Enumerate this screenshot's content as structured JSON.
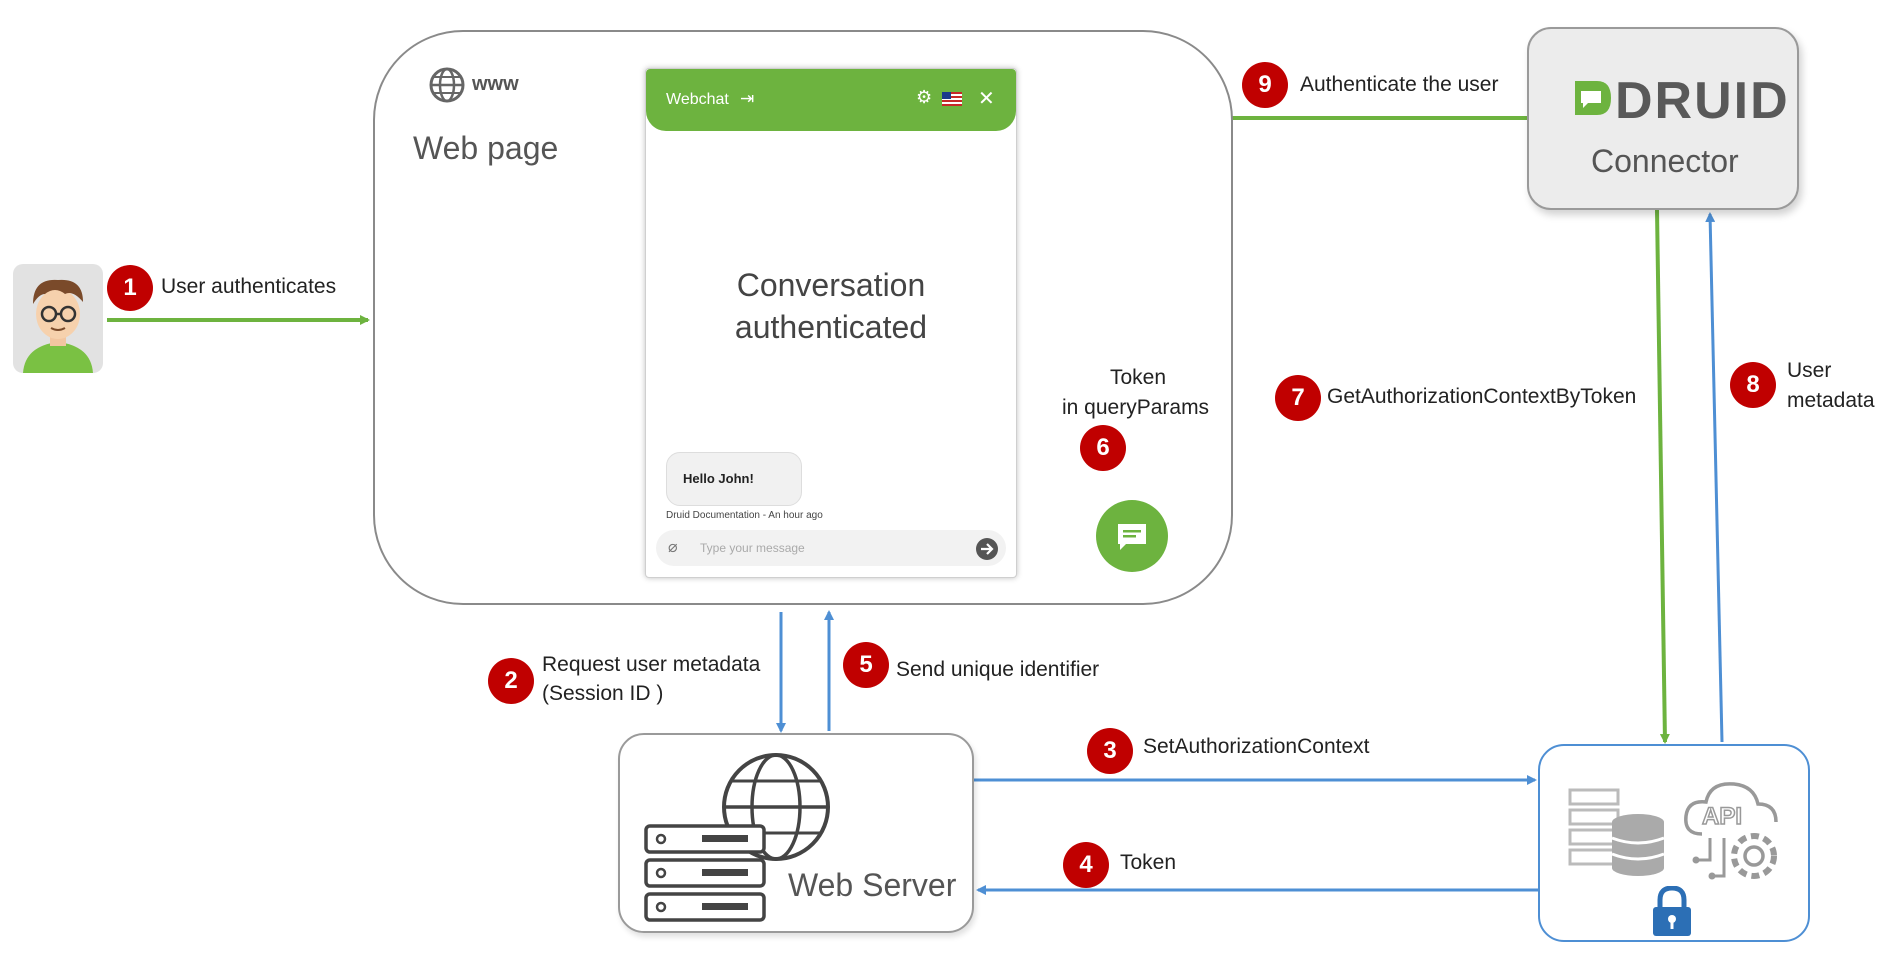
{
  "web_page": {
    "www_label": "www",
    "title": "Web page"
  },
  "webchat": {
    "title": "Webchat",
    "conversation_text_line1": "Conversation",
    "conversation_text_line2": "authenticated",
    "bubble_text": "Hello John!",
    "bubble_meta": "Druid Documentation - An hour ago",
    "input_placeholder": "Type your message"
  },
  "web_server": {
    "title": "Web Server"
  },
  "connector": {
    "logo_text": "DRUID",
    "title": "Connector"
  },
  "backend": {
    "api_label": "API"
  },
  "steps": [
    {
      "number": "1",
      "text": "User authenticates"
    },
    {
      "number": "2",
      "text_line1": "Request user metadata",
      "text_line2": "(Session ID )"
    },
    {
      "number": "3",
      "text": "SetAuthorizationContext"
    },
    {
      "number": "4",
      "text": "Token"
    },
    {
      "number": "5",
      "text": "Send unique identifier"
    },
    {
      "number": "6",
      "text_line1": "Token",
      "text_line2": "in queryParams"
    },
    {
      "number": "7",
      "text": "GetAuthorizationContextByToken"
    },
    {
      "number": "8",
      "text_line1": "User",
      "text_line2": "metadata"
    },
    {
      "number": "9",
      "text": "Authenticate the user"
    }
  ],
  "colors": {
    "green": "#6db33f",
    "blue": "#4e8fd4",
    "badge": "#c00000"
  }
}
